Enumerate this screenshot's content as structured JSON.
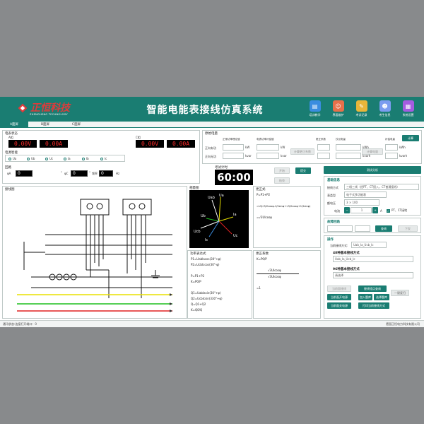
{
  "header": {
    "logo_text": "正恒科技",
    "logo_sub": "ZHENGHENG TECHNOLOGY",
    "title": "智能电能表接线仿真系统",
    "buttons": [
      {
        "label": "培训教学",
        "icon": "chart-icon",
        "color": "#3a8de0"
      },
      {
        "label": "界面维护",
        "icon": "user-icon",
        "color": "#e8704a"
      },
      {
        "label": "考试记录",
        "icon": "document-icon",
        "color": "#e8b63a"
      },
      {
        "label": "考生信息",
        "icon": "person-icon",
        "color": "#7b9cf0"
      },
      {
        "label": "系统设置",
        "icon": "grid-icon",
        "color": "#a45ce0"
      }
    ]
  },
  "tabs": [
    "A面屏",
    "B面屏",
    "C面屏"
  ],
  "meter_status": {
    "title": "电表状态",
    "a_label": "A相",
    "a_voltage": "0.00V",
    "a_current": "0.00A",
    "c_label": "C相",
    "c_voltage": "0.00V",
    "c_current": "0.00A"
  },
  "power_mode": {
    "title": "电源智能",
    "options": [
      "Ua",
      "Ub",
      "Uc",
      "Ia",
      "Ib",
      "Ic"
    ]
  },
  "phase_angle": {
    "title": "回路",
    "phi_a_label": "φA",
    "phi_a_value": "0",
    "phi_c_label": "φC",
    "phi_c_value": "0",
    "freq_label": "频率",
    "freq_value": "0",
    "unit_deg": "°",
    "unit_hz": "Hz"
  },
  "energy": {
    "title": "原始电量",
    "calc_button": "计算",
    "col1": "正常功率理论值",
    "col2": "电表功率补偿值",
    "col3": "更正系数",
    "col4": "抄见电量",
    "col5": "补偿电量",
    "row1": "正向有功",
    "row2": "正向无功",
    "unit_kw": "kW",
    "unit_kvar": "kvar",
    "unit_kwh": "kWh",
    "unit_kvarh": "kvarh",
    "calc_coef": "计算更正系数",
    "calc_comp": "计算电量"
  },
  "exam": {
    "title": "考试计时",
    "timer": "60:00",
    "start": "开始",
    "submit": "提交",
    "end": "结束"
  },
  "wiring": {
    "title": "接线图"
  },
  "phasor": {
    "title": "相量图",
    "labels": [
      "Ua",
      "Uab",
      "Ub",
      "Ucb",
      "Uc",
      "Ia",
      "Ic"
    ]
  },
  "formulas": {
    "correction_title": "更正式",
    "correction_lines": [
      "P=P1+P2",
      "",
      "=UI(√3/2cosφ-1/2sinφ+√3/2cosφ+1/2sinφ)",
      "",
      "=√3UIcosφ"
    ],
    "power_title": "功率表达式",
    "power_lines": [
      "P1=UabIacos(30°+φ)",
      "P2=UcbIccos(30°-φ)",
      "",
      "P=P1+P2",
      "K=P0/P",
      "",
      "Q1=UabIasin(30°+φ)",
      "Q2=UcbIcsin(330°+φ)",
      "Q=Q1+Q2",
      "K=Q0/Q"
    ],
    "coef_title": "更正系数",
    "coef_lines": [
      "K=P0/P",
      "",
      "√3UIcosφ",
      "",
      "√3UIcosφ",
      "",
      "=1"
    ]
  },
  "right": {
    "test_button": "测试分析",
    "basic_title": "基础信息",
    "wiring_mode_label": "接线方式",
    "wiring_mode_value": "三相三线（经PT、CT接入，CT普通接线）",
    "meter_type_label": "表类型",
    "meter_type_value": "电子式多功能表",
    "rated_voltage_label": "额电压",
    "rated_voltage_value": "3 × 100",
    "current_label": "电流",
    "current_value": "1",
    "current_unit": "A",
    "pt_ct_label": "PT、CT接地",
    "fault_title": "故障回路",
    "query_button": "查询",
    "download_button": "下发",
    "op_title": "操作",
    "current_wiring_label": "当前接线方式:",
    "current_wiring_value": "Uab_Ia_Ucb_Ic",
    "mode48_title": "48种基本接线方式",
    "mode48_value": "Uab_Ia_Ucb_Ic",
    "mode96_title": "96种基本接线方式",
    "mode96_value": "请选择",
    "buttons": [
      "当前面接线",
      "接线错点查询",
      "一键复归",
      "当前面开电源",
      "加入题库",
      "选择题库",
      "当前面关电源",
      "打印当前接线方式"
    ]
  },
  "status": {
    "left": "通讯状态:连接打开端口：0",
    "right": "德国正恒电力科技有限公司"
  }
}
